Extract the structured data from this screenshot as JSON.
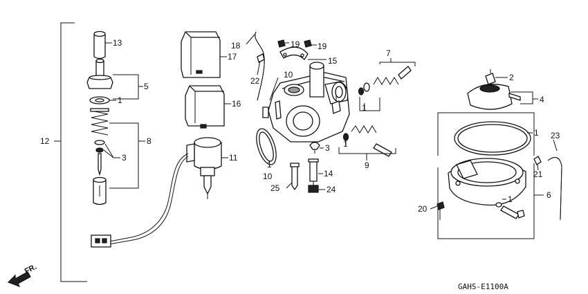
{
  "diagram": {
    "code": "GAHS-E1100A",
    "direction": "FR.",
    "labels": {
      "p1a": "1",
      "p1b": "1",
      "p1c": "1",
      "p1d": "1",
      "p1e": "1",
      "p2": "2",
      "p3a": "3",
      "p3b": "3",
      "p4": "4",
      "p5": "5",
      "p6": "6",
      "p7": "7",
      "p8": "8",
      "p9": "9",
      "p10a": "10",
      "p10b": "10",
      "p11": "11",
      "p12": "12",
      "p13": "13",
      "p14": "14",
      "p15": "15",
      "p16": "16",
      "p17": "17",
      "p18": "18",
      "p19a": "19",
      "p19b": "19",
      "p20": "20",
      "p21": "21",
      "p22": "22",
      "p23": "23",
      "p24": "24",
      "p25": "25"
    }
  }
}
